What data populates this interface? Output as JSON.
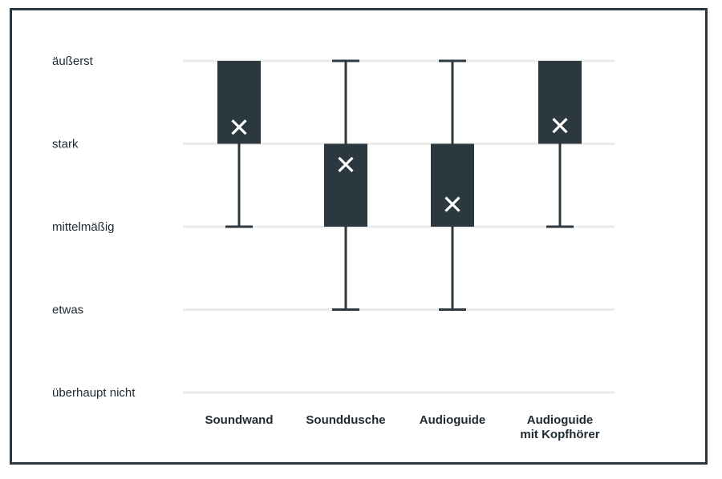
{
  "chart_data": {
    "type": "boxplot",
    "title": "",
    "xlabel": "",
    "ylabel": "",
    "y_levels": [
      "überhaupt nicht",
      "etwas",
      "mittelmäßig",
      "stark",
      "äußerst"
    ],
    "ylim": [
      1,
      5
    ],
    "grid": true,
    "categories": [
      [
        "Soundwand"
      ],
      [
        "Sounddusche"
      ],
      [
        "Audioguide"
      ],
      [
        "Audioguide",
        "mit Kopfhörer"
      ]
    ],
    "boxes": [
      {
        "whisker_low": 3,
        "q1": 4,
        "q3": 5,
        "whisker_high": 5,
        "mean": 4.2
      },
      {
        "whisker_low": 2,
        "q1": 3,
        "q3": 4,
        "whisker_high": 5,
        "mean": 3.75
      },
      {
        "whisker_low": 2,
        "q1": 3,
        "q3": 4,
        "whisker_high": 5,
        "mean": 3.27
      },
      {
        "whisker_low": 3,
        "q1": 4,
        "q3": 5,
        "whisker_high": 5,
        "mean": 4.22
      }
    ],
    "colors": {
      "box": "#2b3840",
      "whisker": "#2b3840",
      "mean_marker": "#ffffff",
      "grid": "#ebebeb",
      "frame": "#2b3840"
    }
  }
}
